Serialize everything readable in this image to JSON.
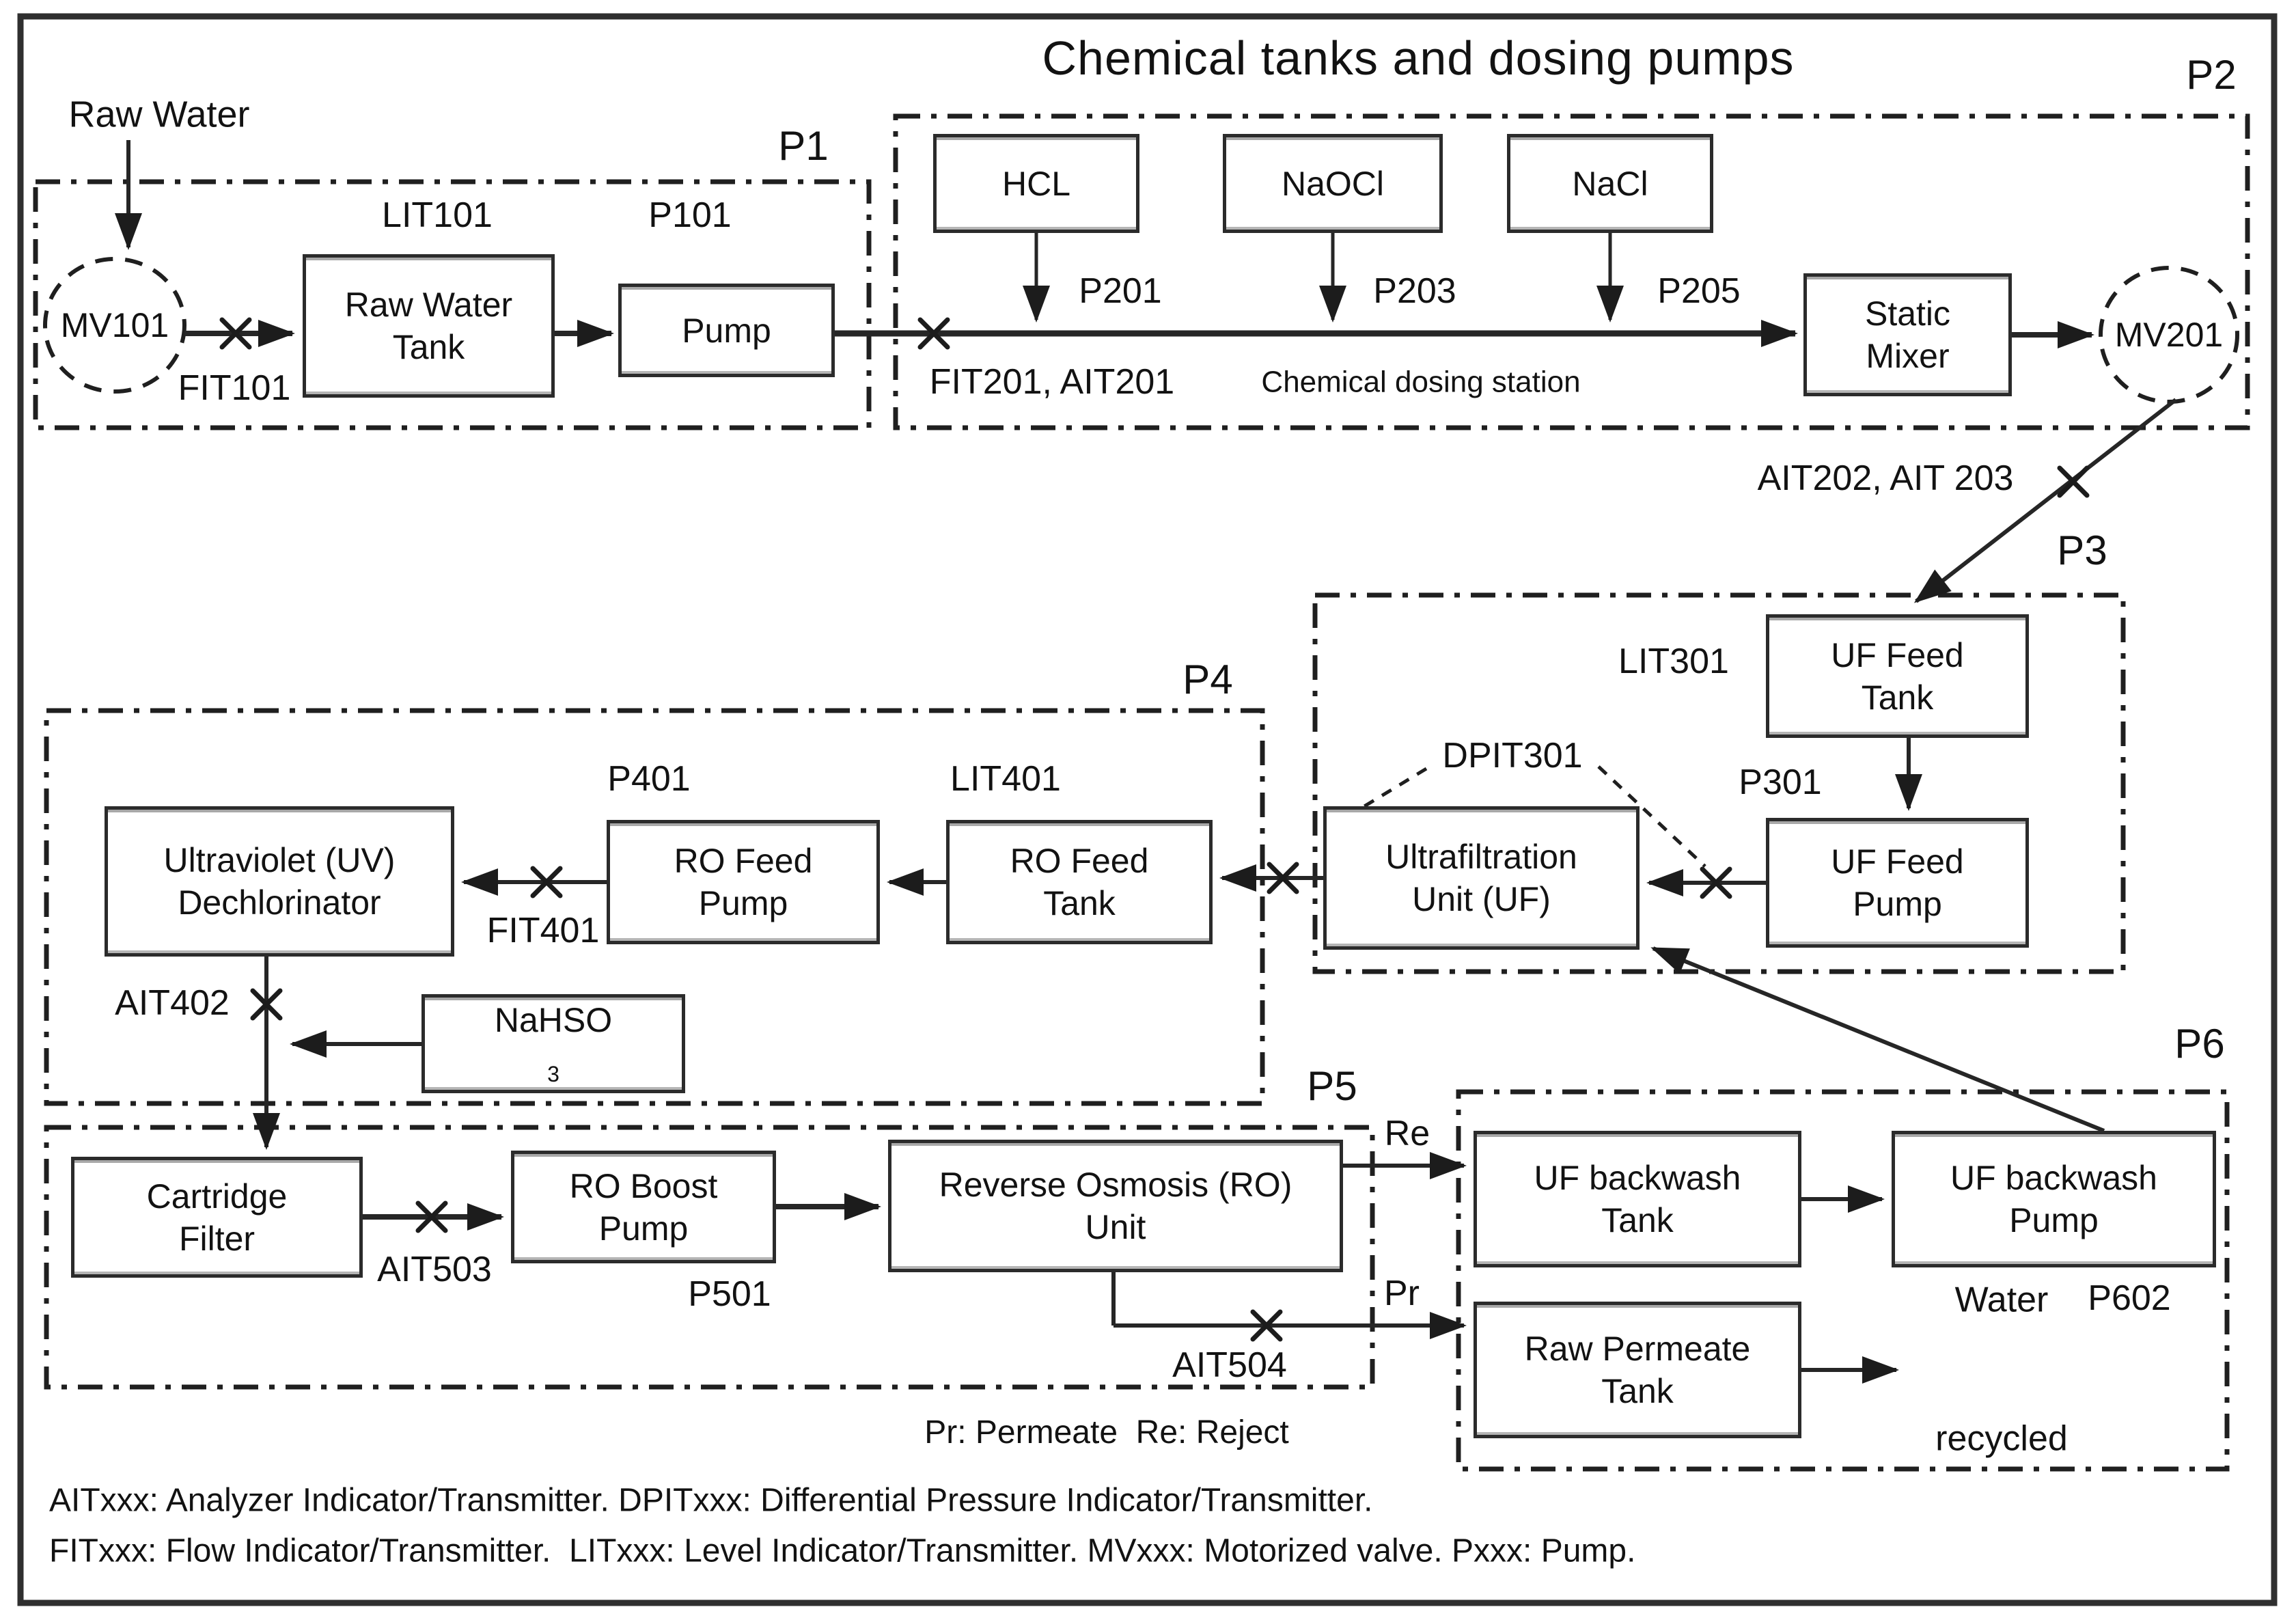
{
  "title": "Chemical tanks and dosing pumps",
  "colors": {
    "ink": "#121212",
    "line": "#262626",
    "background": "#ffffff"
  },
  "zone_labels": {
    "p1": "P1",
    "p2": "P2",
    "p3": "P3",
    "p4": "P4",
    "p5": "P5",
    "p6": "P6"
  },
  "boxes": {
    "raw_water_tank": {
      "lines": [
        "Raw Water",
        "Tank"
      ]
    },
    "pump_p101": {
      "lines": [
        "Pump"
      ]
    },
    "hcl": {
      "lines": [
        "HCL"
      ]
    },
    "naocl": {
      "lines": [
        "NaOCl"
      ]
    },
    "nacl": {
      "lines": [
        "NaCl"
      ]
    },
    "static_mixer": {
      "lines": [
        "Static",
        "Mixer"
      ]
    },
    "uf_feed_tank": {
      "lines": [
        "UF Feed",
        "Tank"
      ]
    },
    "uf_feed_pump": {
      "lines": [
        "UF Feed",
        "Pump"
      ]
    },
    "uf_unit": {
      "lines": [
        "Ultrafiltration",
        "Unit (UF)"
      ]
    },
    "uv_dechlorinator": {
      "lines": [
        "Ultraviolet (UV)",
        "Dechlorinator"
      ]
    },
    "ro_feed_pump": {
      "lines": [
        "RO Feed",
        "Pump"
      ]
    },
    "ro_feed_tank": {
      "lines": [
        "RO Feed",
        "Tank"
      ]
    },
    "nahso3": {
      "base": "NaHSO",
      "sub": "3"
    },
    "cartridge_filter": {
      "lines": [
        "Cartridge",
        "Filter"
      ]
    },
    "ro_boost_pump": {
      "lines": [
        "RO Boost",
        "Pump"
      ]
    },
    "ro_unit": {
      "lines": [
        "Reverse Osmosis (RO)",
        "Unit"
      ]
    },
    "uf_backwash_tank": {
      "lines": [
        "UF backwash",
        "Tank"
      ]
    },
    "uf_backwash_pump": {
      "lines": [
        "UF backwash",
        "Pump"
      ]
    },
    "raw_permeate_tank": {
      "lines": [
        "Raw Permeate",
        "Tank"
      ]
    }
  },
  "labels": {
    "raw_water": "Raw Water",
    "mv101": "MV101",
    "fit101": "FIT101",
    "lit101": "LIT101",
    "p101": "P101",
    "fit201_ait201": "FIT201, AIT201",
    "p201": "P201",
    "p203": "P203",
    "p205": "P205",
    "chemical_dosing_station": "Chemical dosing station",
    "mv201": "MV201",
    "ait202_203": "AIT202, AIT 203",
    "lit301": "LIT301",
    "p301": "P301",
    "dpit301": "DPIT301",
    "p401": "P401",
    "lit401": "LIT401",
    "fit401": "FIT401",
    "ait402": "AIT402",
    "ait503": "AIT503",
    "p501": "P501",
    "ait504": "AIT504",
    "re": "Re",
    "pr": "Pr",
    "p602": "P602",
    "water_recycled_1": "Water",
    "water_recycled_2": "recycled",
    "pr_re_note": "Pr: Permeate  Re: Reject"
  },
  "legend": {
    "line1": "AITxxx: Analyzer Indicator/Transmitter. DPITxxx: Differential Pressure Indicator/Transmitter.",
    "line2": "FITxxx: Flow Indicator/Transmitter.  LITxxx: Level Indicator/Transmitter. MVxxx: Motorized valve. Pxxx: Pump."
  }
}
